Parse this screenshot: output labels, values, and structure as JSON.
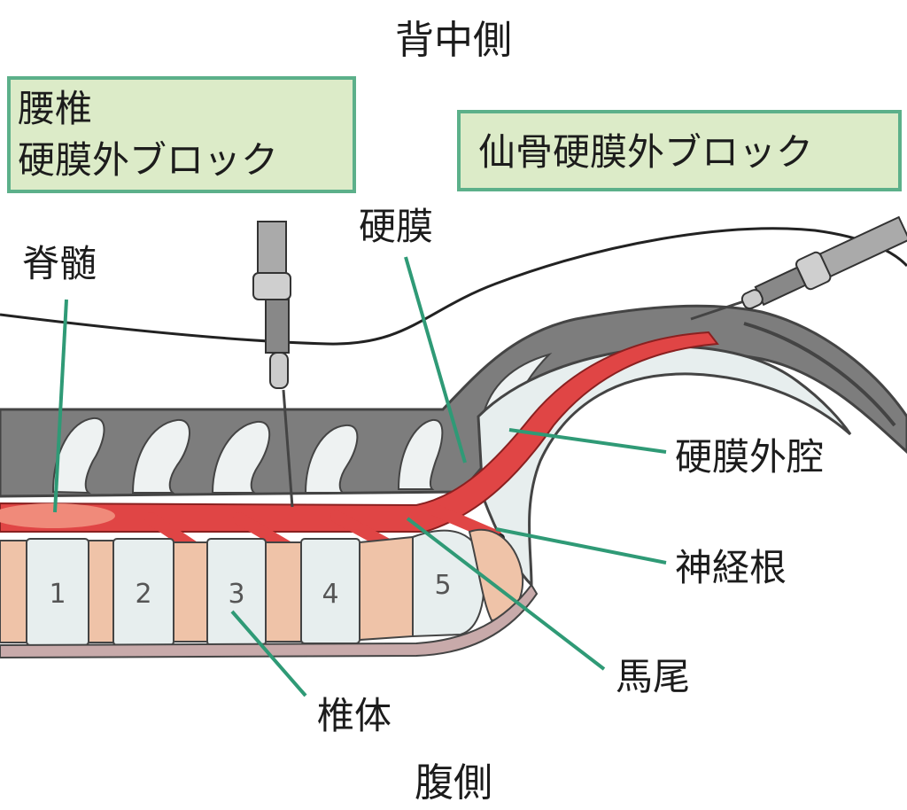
{
  "orientation": {
    "top": "背中側",
    "bottom": "腹側"
  },
  "boxes": {
    "lumbar_line1": "腰椎",
    "lumbar_line2": "硬膜外ブロック",
    "sacral": "仙骨硬膜外ブロック"
  },
  "labels": {
    "spinal_cord": "脊髄",
    "dura": "硬膜",
    "epidural_space": "硬膜外腔",
    "nerve_root": "神経根",
    "cauda_equina": "馬尾",
    "vertebral_body": "椎体"
  },
  "vertebrae": [
    "1",
    "2",
    "3",
    "4",
    "5"
  ],
  "colors": {
    "box_fill": "#dcebc8",
    "box_border": "#5cb08a",
    "leader": "#2f9a76",
    "bone_gray": "#7d7d7d",
    "disc": "#efc3a8",
    "nerve_red": "#e04545",
    "vertebra_fill": "#e7eeee"
  }
}
